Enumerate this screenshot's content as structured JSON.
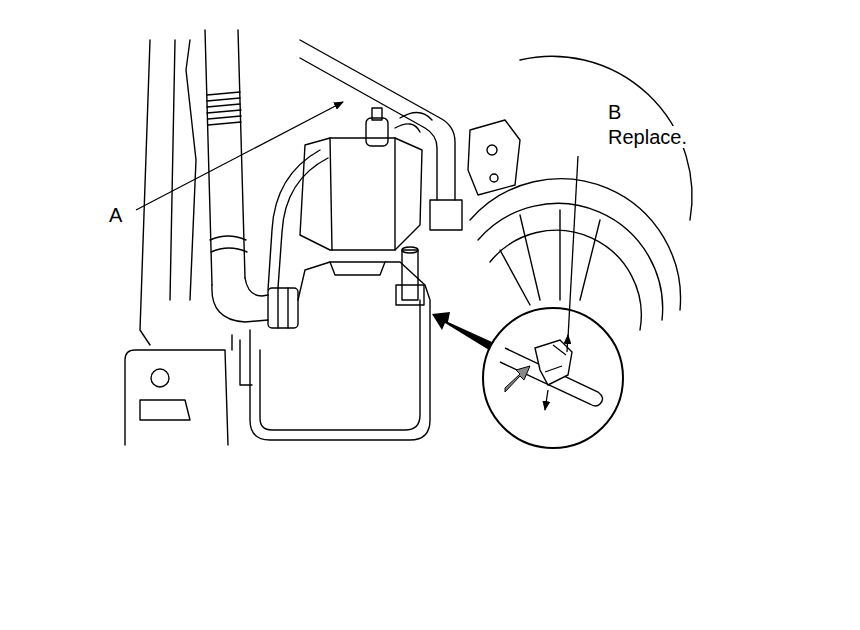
{
  "diagram": {
    "labels": [
      "A",
      "B",
      "Replace."
    ]
  }
}
